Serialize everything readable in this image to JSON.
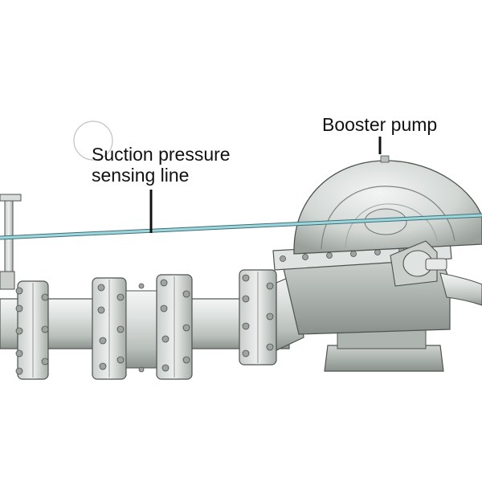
{
  "labels": {
    "booster_pump": "Booster pump",
    "suction_line_1": "Suction pressure",
    "suction_line_2": "sensing line"
  },
  "colors": {
    "background": "#ffffff",
    "metal_light": "#e3e6e4",
    "metal_mid": "#c4c9c6",
    "metal_dark": "#8e9590",
    "outline": "#4d534f",
    "bolt": "#9ea4a0",
    "sensing_line": "#8fd0d8",
    "leader": "#111111"
  }
}
